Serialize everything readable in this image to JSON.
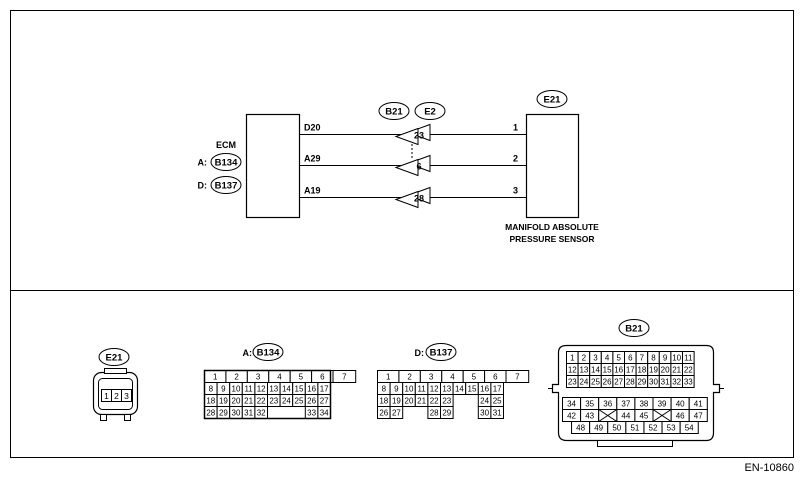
{
  "figure_id": "EN-10860",
  "schematic": {
    "ecm": {
      "title": "ECM",
      "connectors": [
        {
          "prefix": "A:",
          "code": "B134"
        },
        {
          "prefix": "D:",
          "code": "B137"
        }
      ]
    },
    "sensor": {
      "code": "E21",
      "caption_line1": "MANIFOLD ABSOLUTE",
      "caption_line2": "PRESSURE SENSOR"
    },
    "junction_connectors": [
      "B21",
      "E2"
    ],
    "wires": [
      {
        "ecm_pin": "D20",
        "junction_pin": "23",
        "sensor_pin": "1"
      },
      {
        "ecm_pin": "A29",
        "junction_pin": "6",
        "sensor_pin": "2"
      },
      {
        "ecm_pin": "A19",
        "junction_pin": "28",
        "sensor_pin": "3"
      }
    ]
  },
  "connector_views": {
    "e21": {
      "code": "E21",
      "pins": [
        "1",
        "2",
        "3"
      ]
    },
    "b134": {
      "prefix": "A:",
      "code": "B134",
      "rows": [
        [
          "1",
          "2",
          "3",
          "4",
          "5",
          "6",
          "7"
        ],
        [
          "8",
          "9",
          "10",
          "11",
          "12",
          "13",
          "14",
          "15",
          "16",
          "17"
        ],
        [
          "18",
          "19",
          "20",
          "21",
          "22",
          "23",
          "24",
          "25",
          "26",
          "27"
        ],
        [
          "28",
          "29",
          "30",
          "31",
          "32",
          "33",
          "34"
        ]
      ]
    },
    "b137": {
      "prefix": "D:",
      "code": "B137",
      "rows": [
        [
          "1",
          "2",
          "3",
          "4",
          "5",
          "6",
          "7"
        ],
        [
          "8",
          "9",
          "10",
          "11",
          "12",
          "13",
          "14",
          "15",
          "16",
          "17"
        ],
        [
          "18",
          "19",
          "20",
          "21",
          "22",
          "23",
          "24",
          "25"
        ],
        [
          "26",
          "27",
          "28",
          "29",
          "30",
          "31"
        ]
      ]
    },
    "b21": {
      "code": "B21",
      "rows": [
        [
          "1",
          "2",
          "3",
          "4",
          "5",
          "6",
          "7",
          "8",
          "9",
          "10",
          "11"
        ],
        [
          "12",
          "13",
          "14",
          "15",
          "16",
          "17",
          "18",
          "19",
          "20",
          "21",
          "22"
        ],
        [
          "23",
          "24",
          "25",
          "26",
          "27",
          "28",
          "29",
          "30",
          "31",
          "32",
          "33"
        ],
        [
          "34",
          "35",
          "36",
          "37",
          "38",
          "39",
          "40",
          "41"
        ],
        [
          "42",
          "43",
          "44",
          "45",
          "46",
          "47"
        ],
        [
          "48",
          "49",
          "50",
          "51",
          "52",
          "53",
          "54"
        ]
      ]
    }
  }
}
